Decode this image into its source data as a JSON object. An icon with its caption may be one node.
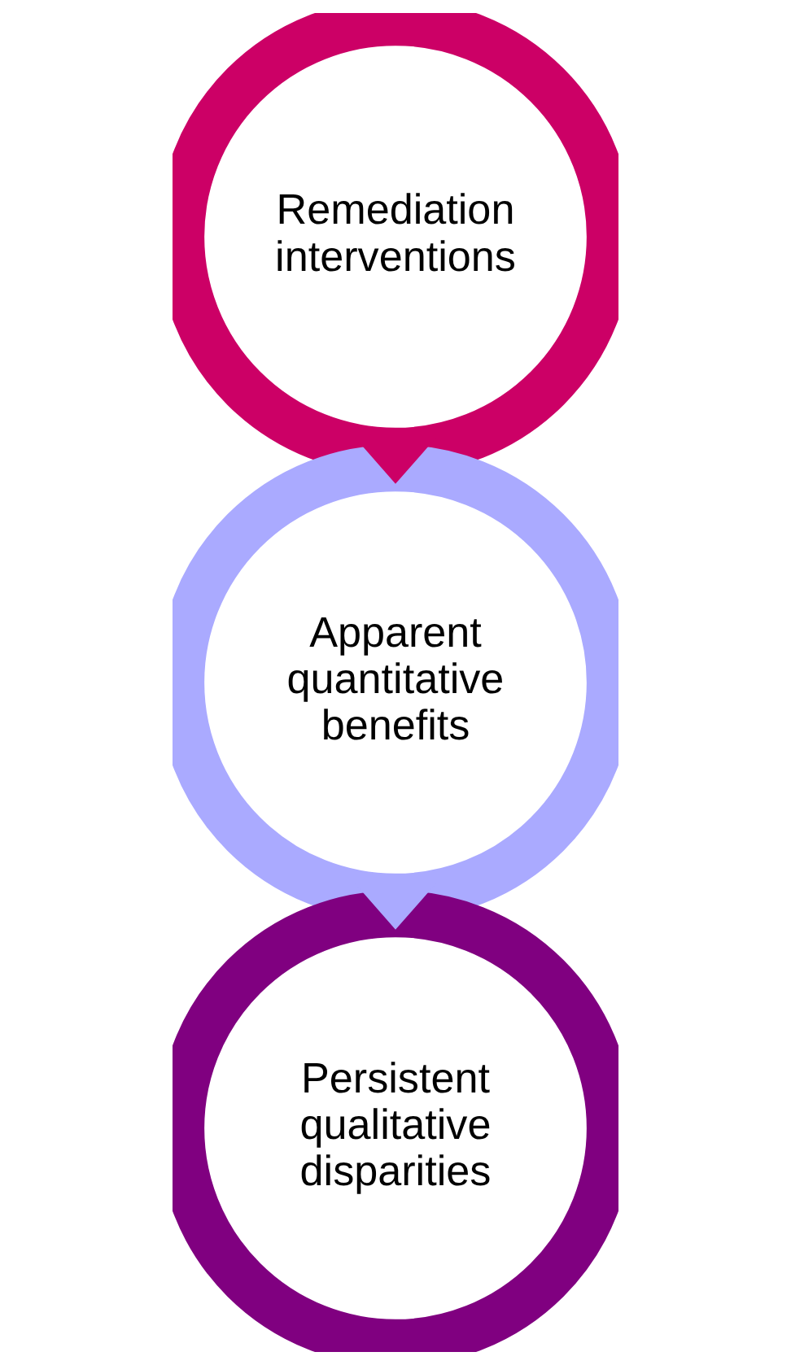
{
  "diagram": {
    "nodes": [
      {
        "text": [
          "Remediation interventions"
        ]
      },
      {
        "text": [
          "Apparent quantitative benefits"
        ]
      },
      {
        "text": [
          "Persistent qualitative disparities"
        ]
      }
    ],
    "edges": [
      {
        "from": 0,
        "to": 1,
        "arrow": "to",
        "color": "#cc0066"
      },
      {
        "from": 1,
        "to": 2,
        "arrow": "to",
        "color": "#aaaaff"
      }
    ]
  }
}
